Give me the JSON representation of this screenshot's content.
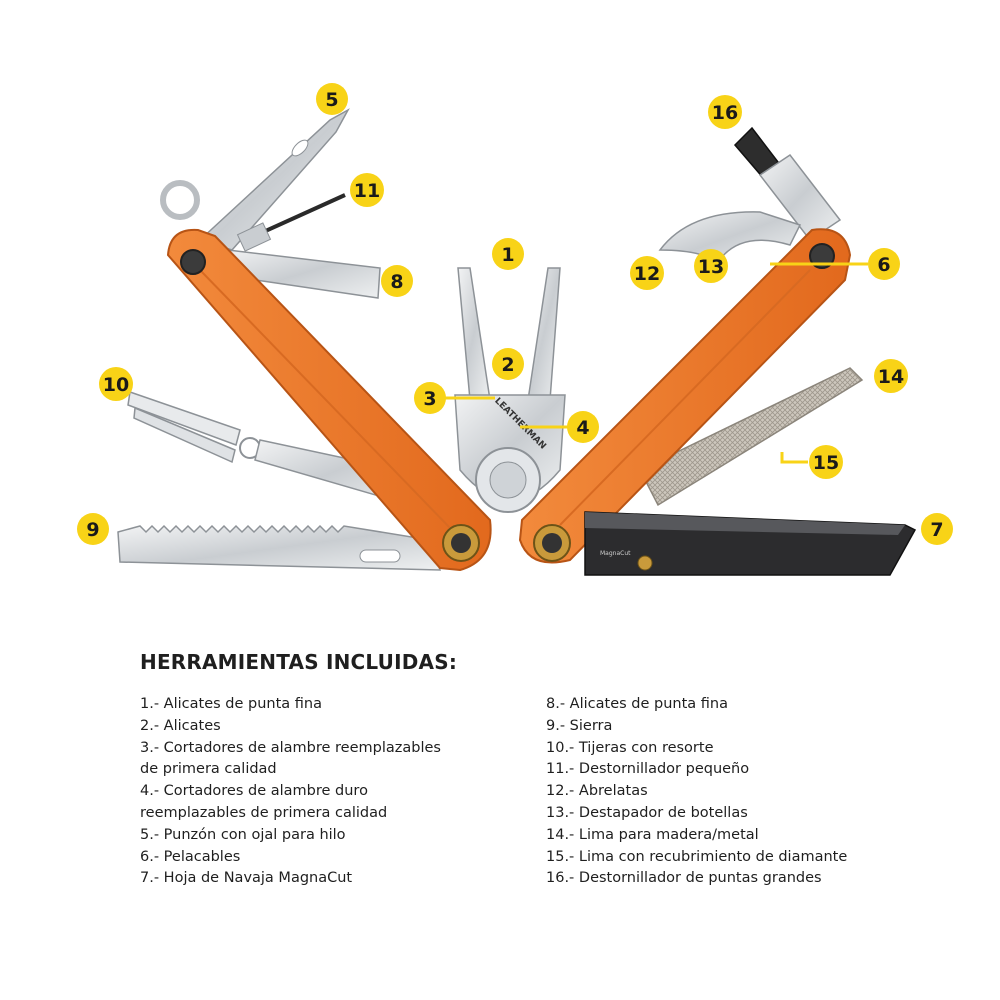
{
  "callouts": [
    "1",
    "2",
    "3",
    "4",
    "5",
    "6",
    "7",
    "8",
    "9",
    "10",
    "11",
    "12",
    "13",
    "14",
    "15",
    "16"
  ],
  "brand": "LEATHERMAN",
  "blade_marking": "MagnaCut",
  "colors": {
    "handle": "#f07a2b",
    "badge": "#f8d317",
    "steel": "#d9dcdf",
    "blade_dark": "#2c2c2e",
    "text": "#1f1f1f"
  },
  "tools": {
    "heading": "HERRAMIENTAS INCLUIDAS:",
    "left": [
      "1.- Alicates de punta fina",
      "2.- Alicates",
      "3.- Cortadores de alambre reemplazables\nde primera calidad",
      "4.- Cortadores de alambre duro\nreemplazables de primera calidad",
      "5.- Punzón con ojal para hilo",
      "6.- Pelacables",
      "7.- Hoja de Navaja MagnaCut"
    ],
    "right": [
      "8.- Alicates de punta fina",
      "9.- Sierra",
      "10.- Tijeras con resorte",
      "11.- Destornillador pequeño",
      "12.- Abrelatas",
      "13.- Destapador de botellas",
      "14.- Lima para madera/metal",
      "15.- Lima con recubrimiento de diamante",
      "16.- Destornillador de puntas grandes"
    ]
  }
}
